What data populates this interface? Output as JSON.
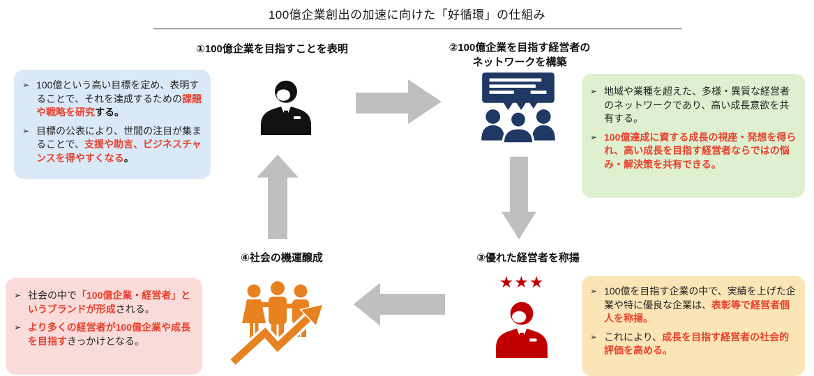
{
  "title": "100億企業創出の加速に向けた「好循環」の仕組み",
  "bullet_marker": "➢",
  "colors": {
    "box_blue": "#d9e9f7",
    "box_green": "#def0d0",
    "box_yellow": "#fbe5b6",
    "box_pink": "#f9dbda",
    "arrow_gray": "#bfbfbf",
    "navy": "#1f3864",
    "dark_red": "#c00000",
    "orange": "#e8811f",
    "red_text": "#e8402c",
    "text_black": "#1a1a1a"
  },
  "steps": {
    "step1": {
      "label": "①100億企業を目指すことを表明",
      "icon": "businessman-icon"
    },
    "step2": {
      "label_line1": "②100億企業を目指す経営者の",
      "label_line2": "ネットワークを構築",
      "icon": "network-discussion-icon"
    },
    "step3": {
      "label": "③優れた経営者を称揚",
      "icon": "stars-and-award-person-icon",
      "stars": "★★★"
    },
    "step4": {
      "label": "④社会の機運醸成",
      "icon": "people-growth-arrow-icon"
    }
  },
  "boxes": {
    "announce": {
      "bullets": [
        [
          {
            "t": "100億という高い目標を定め、表明することで、それを達成するための",
            "s": "n"
          },
          {
            "t": "課題や戦略を研究",
            "s": "r"
          },
          {
            "t": "する。",
            "s": "b"
          }
        ],
        [
          {
            "t": "目標の公表により、世間の注目が集まることで、",
            "s": "n"
          },
          {
            "t": "支援や助言、ビジネスチャンスを得やすくなる",
            "s": "r"
          },
          {
            "t": "。",
            "s": "b"
          }
        ]
      ]
    },
    "network": {
      "bullets": [
        [
          {
            "t": "地域や業種を超えた、多様・異質な経営者のネットワークであり、高い成長意欲を共有する。",
            "s": "n"
          }
        ],
        [
          {
            "t": "100億達成に資する成長の視座・発想を得られ、高い成長を目指す経営者ならではの悩み・解決策を共有できる。",
            "s": "r"
          }
        ]
      ]
    },
    "award": {
      "bullets": [
        [
          {
            "t": "100億を目指す企業の中で、実績を上げた企業や特に優良な企業は、",
            "s": "n"
          },
          {
            "t": "表彰等で経営者個人を称揚。",
            "s": "r"
          }
        ],
        [
          {
            "t": "これにより、",
            "s": "n"
          },
          {
            "t": "成長を目指す経営者の社会的評価を高める。",
            "s": "r"
          }
        ]
      ]
    },
    "momentum": {
      "bullets": [
        [
          {
            "t": "社会の中で",
            "s": "n"
          },
          {
            "t": "「100億企業・経営者」というブランドが形成",
            "s": "r"
          },
          {
            "t": "される。",
            "s": "n"
          }
        ],
        [
          {
            "t": "より多くの経営者が100億企業や成長を目指す",
            "s": "r"
          },
          {
            "t": "きっかけとなる。",
            "s": "n"
          }
        ]
      ]
    }
  }
}
